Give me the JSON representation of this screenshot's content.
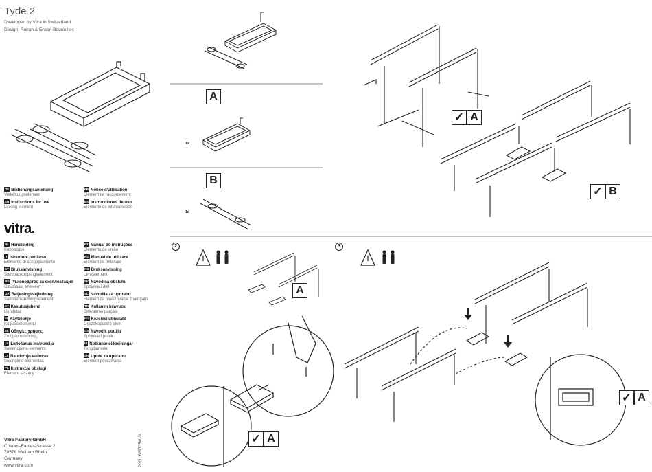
{
  "header": {
    "title": "Tyde 2",
    "developed": "Developed by Vitra in Switzerland",
    "design": "Design: Ronan & Erwan Bouroullec"
  },
  "brand": "vitra.",
  "languages_top": [
    {
      "code": "DE",
      "heading": "Bedienungsanleitung",
      "sub": "Verkettungselement"
    },
    {
      "code": "EN",
      "heading": "Instructions for use",
      "sub": "Linking element"
    }
  ],
  "languages_top_right": [
    {
      "code": "FR",
      "heading": "Notice d'utilisation",
      "sub": "Élément de raccordement"
    },
    {
      "code": "ES",
      "heading": "Instrucciones de uso",
      "sub": "Elemento de interconexión"
    }
  ],
  "languages_left": [
    {
      "code": "NL",
      "heading": "Handleiding",
      "sub": "Koppelstuk"
    },
    {
      "code": "IT",
      "heading": "Istruzioni per l'uso",
      "sub": "Elemento di accoppiamento"
    },
    {
      "code": "SV",
      "heading": "Bruksanvisning",
      "sub": "Sammankopplingselement"
    },
    {
      "code": "BG",
      "heading": "Ръководство за експлоатация",
      "sub": "Свързващ елемент"
    },
    {
      "code": "DA",
      "heading": "Betjeningsvejledning",
      "sub": "Sammenkædningselement"
    },
    {
      "code": "ET",
      "heading": "Kasutusjuhend",
      "sub": "Liimdetail"
    },
    {
      "code": "FI",
      "heading": "Käyttöohje",
      "sub": "Ketjutuselementti"
    },
    {
      "code": "EL",
      "heading": "Οδηγίες χρήσης",
      "sub": "Στοιχείο σύνδεσης"
    },
    {
      "code": "LV",
      "heading": "Lietošanas instrukcija",
      "sub": "Savienojuma elements"
    },
    {
      "code": "LT",
      "heading": "Naudotojo vadovas",
      "sub": "Sujungimo elementas"
    },
    {
      "code": "PL",
      "heading": "Instrukcja obsługi",
      "sub": "Element łączący"
    }
  ],
  "languages_right": [
    {
      "code": "PT",
      "heading": "Manual de instruções",
      "sub": "Elemento de união"
    },
    {
      "code": "RO",
      "heading": "Manual de utilizare",
      "sub": "Element de îmbinare"
    },
    {
      "code": "NO",
      "heading": "Bruksanvisning",
      "sub": "Lenkelement"
    },
    {
      "code": "SK",
      "heading": "Návod na obsluhu",
      "sub": "Spojovací diel"
    },
    {
      "code": "SL",
      "heading": "Navodila za uporabo",
      "sub": "Element za povezovanje z verigami"
    },
    {
      "code": "TR",
      "heading": "Kullanım kılavuzu",
      "sub": "Birleştirme parçası"
    },
    {
      "code": "HU",
      "heading": "Kezelési útmutató",
      "sub": "Összekapcsoló elem"
    },
    {
      "code": "CS",
      "heading": "Návod k použití",
      "sub": "Spojovací prvek"
    },
    {
      "code": "IS",
      "heading": "Notkunarleiðbeiningar",
      "sub": "Tengibúnaður"
    },
    {
      "code": "SR",
      "heading": "Upute za uporabu",
      "sub": "Element povezivanja"
    }
  ],
  "address": {
    "company": "Vitra Factory GmbH",
    "street": "Charles-Eames-Strasse 2",
    "city": "79576 Weil am Rhein",
    "country": "Germany",
    "web": "www.vitra.com"
  },
  "doc_number": "2021, 62973540/A",
  "variants": {
    "a_label": "A",
    "b_label": "B",
    "a_qty": "1x",
    "b_qty": "1x"
  },
  "checks": {
    "check_symbol": "✓",
    "top_a": "A",
    "top_b": "B",
    "step2_a": "A",
    "step2_result": "A",
    "step3_result": "A"
  },
  "steps": {
    "step2": "2",
    "step3": "3"
  }
}
